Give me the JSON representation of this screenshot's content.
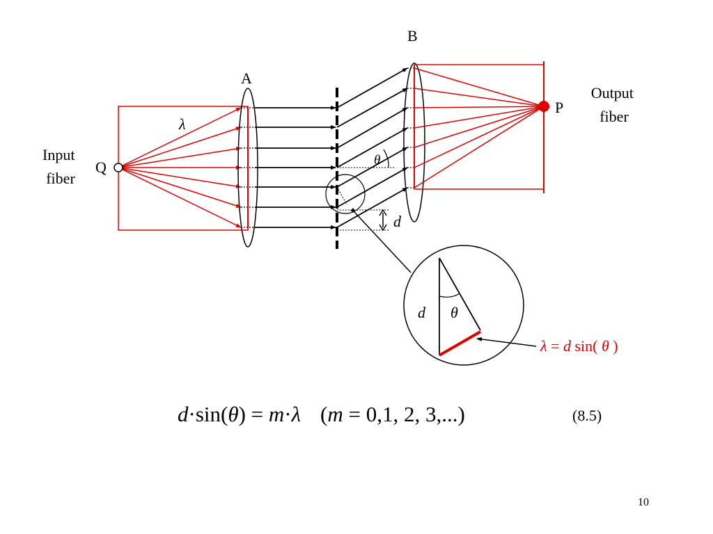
{
  "slide": {
    "page_number": "10"
  },
  "diagram": {
    "lens_a_label": "A",
    "lens_b_label": "B",
    "point_q_label": "Q",
    "point_p_label": "P",
    "input_fiber_line1": "Input",
    "input_fiber_line2": "fiber",
    "output_fiber_line1": "Output",
    "output_fiber_line2": "fiber",
    "lambda_symbol": "λ",
    "theta_symbol": "θ",
    "d_symbol": "d"
  },
  "inset": {
    "d_label": "d",
    "theta_label": "θ",
    "relation": {
      "lambda": "λ",
      "equals": " = ",
      "d": "d",
      "sin": " sin( ",
      "theta": "θ",
      "close": " )"
    }
  },
  "equation": {
    "d": "d",
    "dot1": "·",
    "sin_open": "sin(",
    "theta": "θ",
    "close_eq": ") = ",
    "m": "m",
    "dot2": "·",
    "lambda": "λ",
    "cond_open": "(",
    "cond_m": "m",
    "cond_rest": " = 0,1, 2, 3,...)",
    "number": "(8.5)"
  },
  "colors": {
    "ray_red": "#e00000",
    "line_black": "#000000"
  }
}
